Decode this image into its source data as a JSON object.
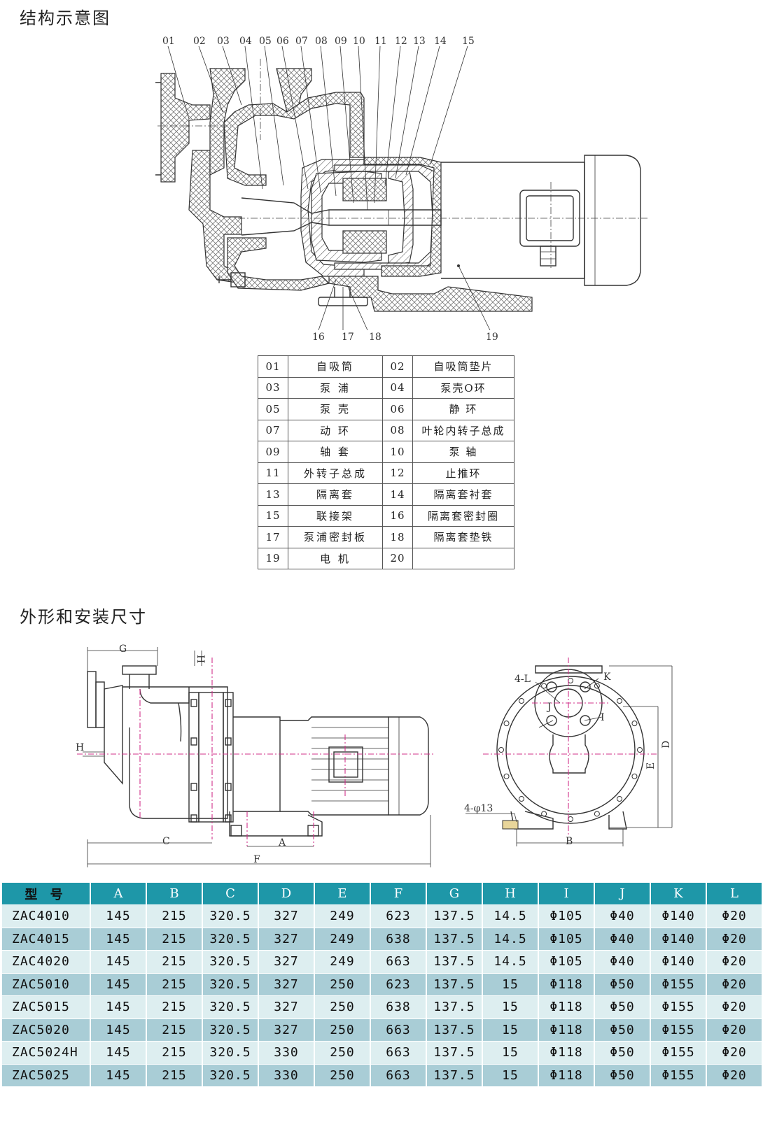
{
  "sections": {
    "structure_title": "结构示意图",
    "dimensions_title": "外形和安装尺寸"
  },
  "diagram": {
    "top_callouts": [
      "01",
      "02",
      "03",
      "04",
      "05",
      "06",
      "07",
      "08",
      "09",
      "10",
      "11",
      "12",
      "13",
      "14",
      "15"
    ],
    "bottom_callouts": [
      "16",
      "17",
      "18",
      "19"
    ]
  },
  "parts": [
    {
      "left_no": "01",
      "left_name": "自吸筒",
      "right_no": "02",
      "right_name": "自吸筒垫片"
    },
    {
      "left_no": "03",
      "left_name": "泵 浦",
      "right_no": "04",
      "right_name": "泵壳O环"
    },
    {
      "left_no": "05",
      "left_name": "泵 壳",
      "right_no": "06",
      "right_name": "静 环"
    },
    {
      "left_no": "07",
      "left_name": "动 环",
      "right_no": "08",
      "right_name": "叶轮内转子总成"
    },
    {
      "left_no": "09",
      "left_name": "轴 套",
      "right_no": "10",
      "right_name": "泵 轴"
    },
    {
      "left_no": "11",
      "left_name": "外转子总成",
      "right_no": "12",
      "right_name": "止推环"
    },
    {
      "left_no": "13",
      "left_name": "隔离套",
      "right_no": "14",
      "right_name": "隔离套衬套"
    },
    {
      "left_no": "15",
      "left_name": "联接架",
      "right_no": "16",
      "right_name": "隔离套密封圈"
    },
    {
      "left_no": "17",
      "left_name": "泵浦密封板",
      "right_no": "18",
      "right_name": "隔离套垫铁"
    },
    {
      "left_no": "19",
      "left_name": "电 机",
      "right_no": "20",
      "right_name": ""
    }
  ],
  "outline_labels": {
    "G": "G",
    "H_top": "H",
    "H_left": "H",
    "C": "C",
    "A": "A",
    "F": "F",
    "B": "B",
    "D": "D",
    "E": "E",
    "I": "I",
    "J": "J",
    "K": "K",
    "four_L": "4-L",
    "four_phi13": "4-φ13"
  },
  "dimension_table": {
    "headers": [
      "型 号",
      "A",
      "B",
      "C",
      "D",
      "E",
      "F",
      "G",
      "H",
      "I",
      "J",
      "K",
      "L"
    ],
    "rows": [
      [
        "ZAC4010",
        "145",
        "215",
        "320.5",
        "327",
        "249",
        "623",
        "137.5",
        "14.5",
        "Φ105",
        "Φ40",
        "Φ140",
        "Φ20"
      ],
      [
        "ZAC4015",
        "145",
        "215",
        "320.5",
        "327",
        "249",
        "638",
        "137.5",
        "14.5",
        "Φ105",
        "Φ40",
        "Φ140",
        "Φ20"
      ],
      [
        "ZAC4020",
        "145",
        "215",
        "320.5",
        "327",
        "249",
        "663",
        "137.5",
        "14.5",
        "Φ105",
        "Φ40",
        "Φ140",
        "Φ20"
      ],
      [
        "ZAC5010",
        "145",
        "215",
        "320.5",
        "327",
        "250",
        "623",
        "137.5",
        "15",
        "Φ118",
        "Φ50",
        "Φ155",
        "Φ20"
      ],
      [
        "ZAC5015",
        "145",
        "215",
        "320.5",
        "327",
        "250",
        "638",
        "137.5",
        "15",
        "Φ118",
        "Φ50",
        "Φ155",
        "Φ20"
      ],
      [
        "ZAC5020",
        "145",
        "215",
        "320.5",
        "327",
        "250",
        "663",
        "137.5",
        "15",
        "Φ118",
        "Φ50",
        "Φ155",
        "Φ20"
      ],
      [
        "ZAC5024H",
        "145",
        "215",
        "320.5",
        "330",
        "250",
        "663",
        "137.5",
        "15",
        "Φ118",
        "Φ50",
        "Φ155",
        "Φ20"
      ],
      [
        "ZAC5025",
        "145",
        "215",
        "320.5",
        "330",
        "250",
        "663",
        "137.5",
        "15",
        "Φ118",
        "Φ50",
        "Φ155",
        "Φ20"
      ]
    ]
  }
}
